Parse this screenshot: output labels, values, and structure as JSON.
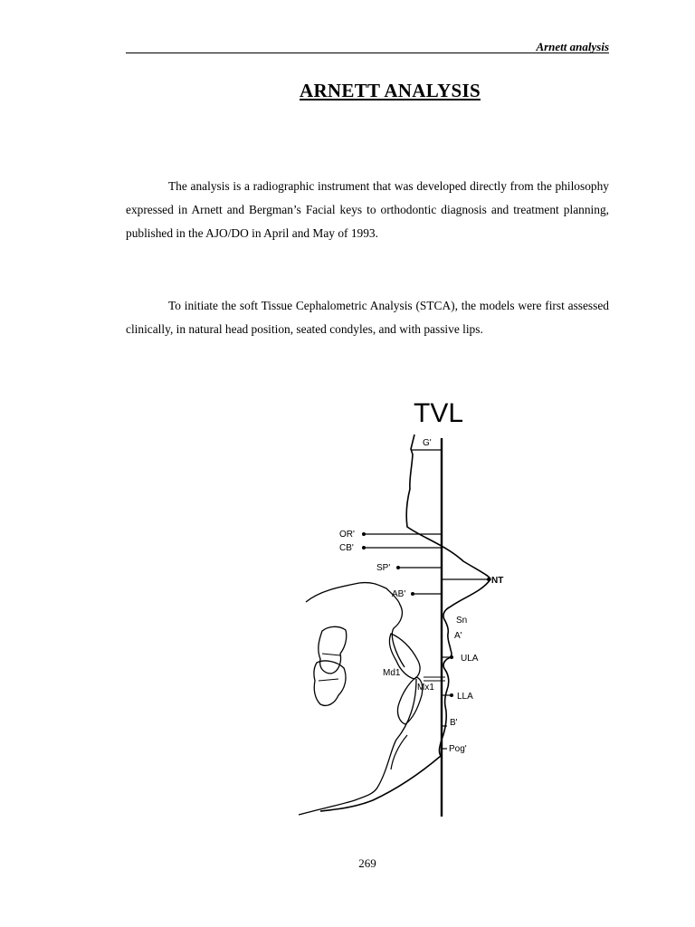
{
  "header": {
    "running_title": "Arnett analysis"
  },
  "title": "ARNETT ANALYSIS",
  "paragraphs": [
    "The analysis is a radiographic instrument that was developed directly from the philosophy expressed in Arnett and Bergman’s Facial keys to orthodontic diagnosis and treatment planning, published in the AJO/DO in April and May of 1993.",
    "To initiate the soft Tissue Cephalometric Analysis (STCA), the models were first assessed clinically, in natural head position, seated condyles, and with passive lips."
  ],
  "figure": {
    "line_label": "TVL",
    "left_labels": {
      "or": "OR'",
      "cb": "CB'",
      "sp": "SP'",
      "ab": "AB'"
    },
    "right_labels": {
      "g": "G'",
      "nt": "NT",
      "sn": "Sn",
      "a": "A'",
      "ula": "ULA",
      "lla": "LLA",
      "b": "B'",
      "pog": "Pog'"
    },
    "tooth_labels": {
      "md1": "Md1",
      "mx1": "Mx1"
    }
  },
  "footer": {
    "page_number": "269"
  }
}
